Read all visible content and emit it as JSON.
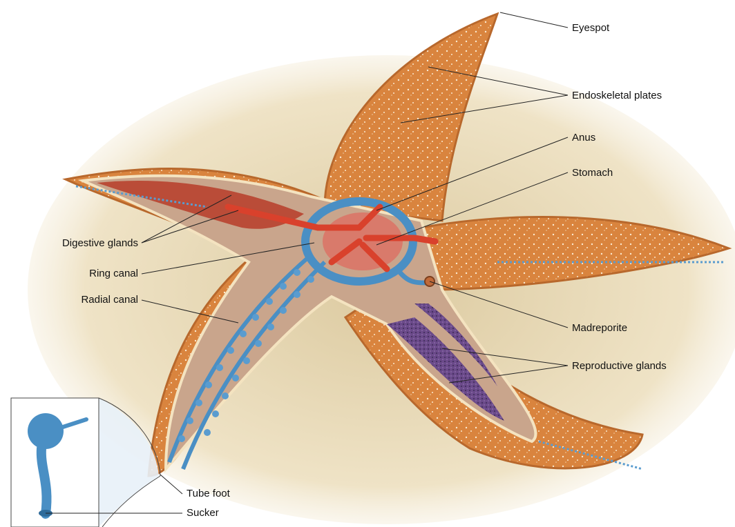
{
  "diagram": {
    "labels": {
      "eyespot": "Eyespot",
      "endoskeletal_plates": "Endoskeletal plates",
      "anus": "Anus",
      "stomach": "Stomach",
      "digestive_glands": "Digestive glands",
      "ring_canal": "Ring canal",
      "radial_canal": "Radial canal",
      "madreporite": "Madreporite",
      "reproductive_glands": "Reproductive glands",
      "tube_foot": "Tube foot",
      "sucker": "Sucker"
    },
    "colors": {
      "body_skin": "#d9843e",
      "body_inner": "#c9a58c",
      "digestive": "#c23b2c",
      "water_vascular": "#4a8fc4",
      "reproductive": "#5a3f7a",
      "sand": "#e8d8b4",
      "leader_line": "#222222"
    }
  }
}
